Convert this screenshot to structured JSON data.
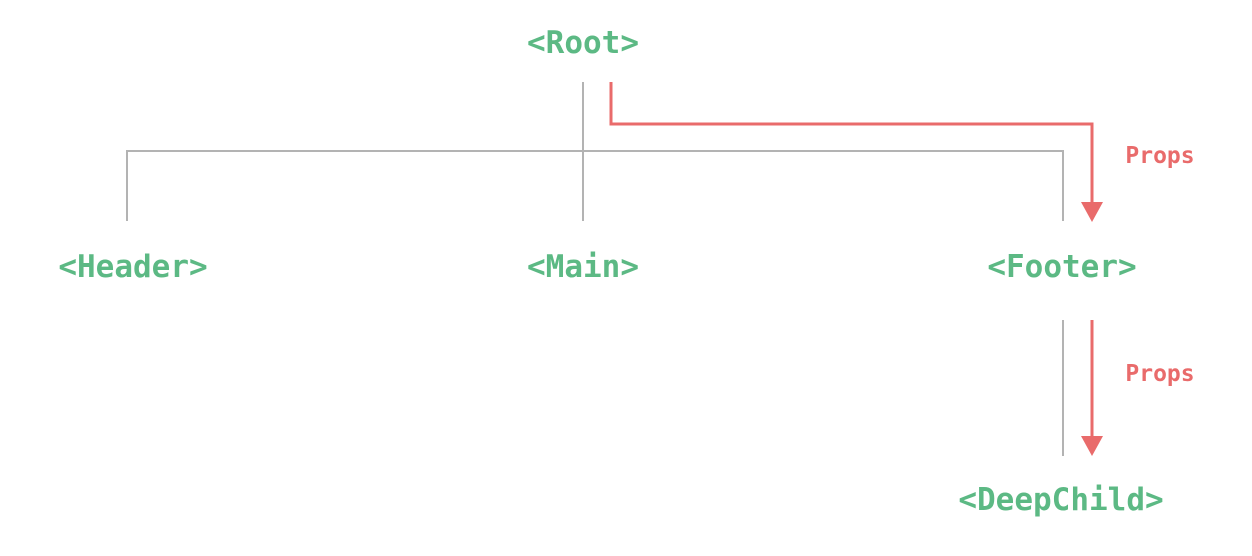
{
  "colors": {
    "node_text": "#5cb984",
    "tree_line": "#b3b3b3",
    "props_arrow": "#e96b6b",
    "background": "#ffffff"
  },
  "nodes": {
    "root": "<Root>",
    "header": "<Header>",
    "main": "<Main>",
    "footer": "<Footer>",
    "deepchild": "<DeepChild>"
  },
  "edges": {
    "props_root_to_footer": "Props",
    "props_footer_to_deepchild": "Props"
  }
}
